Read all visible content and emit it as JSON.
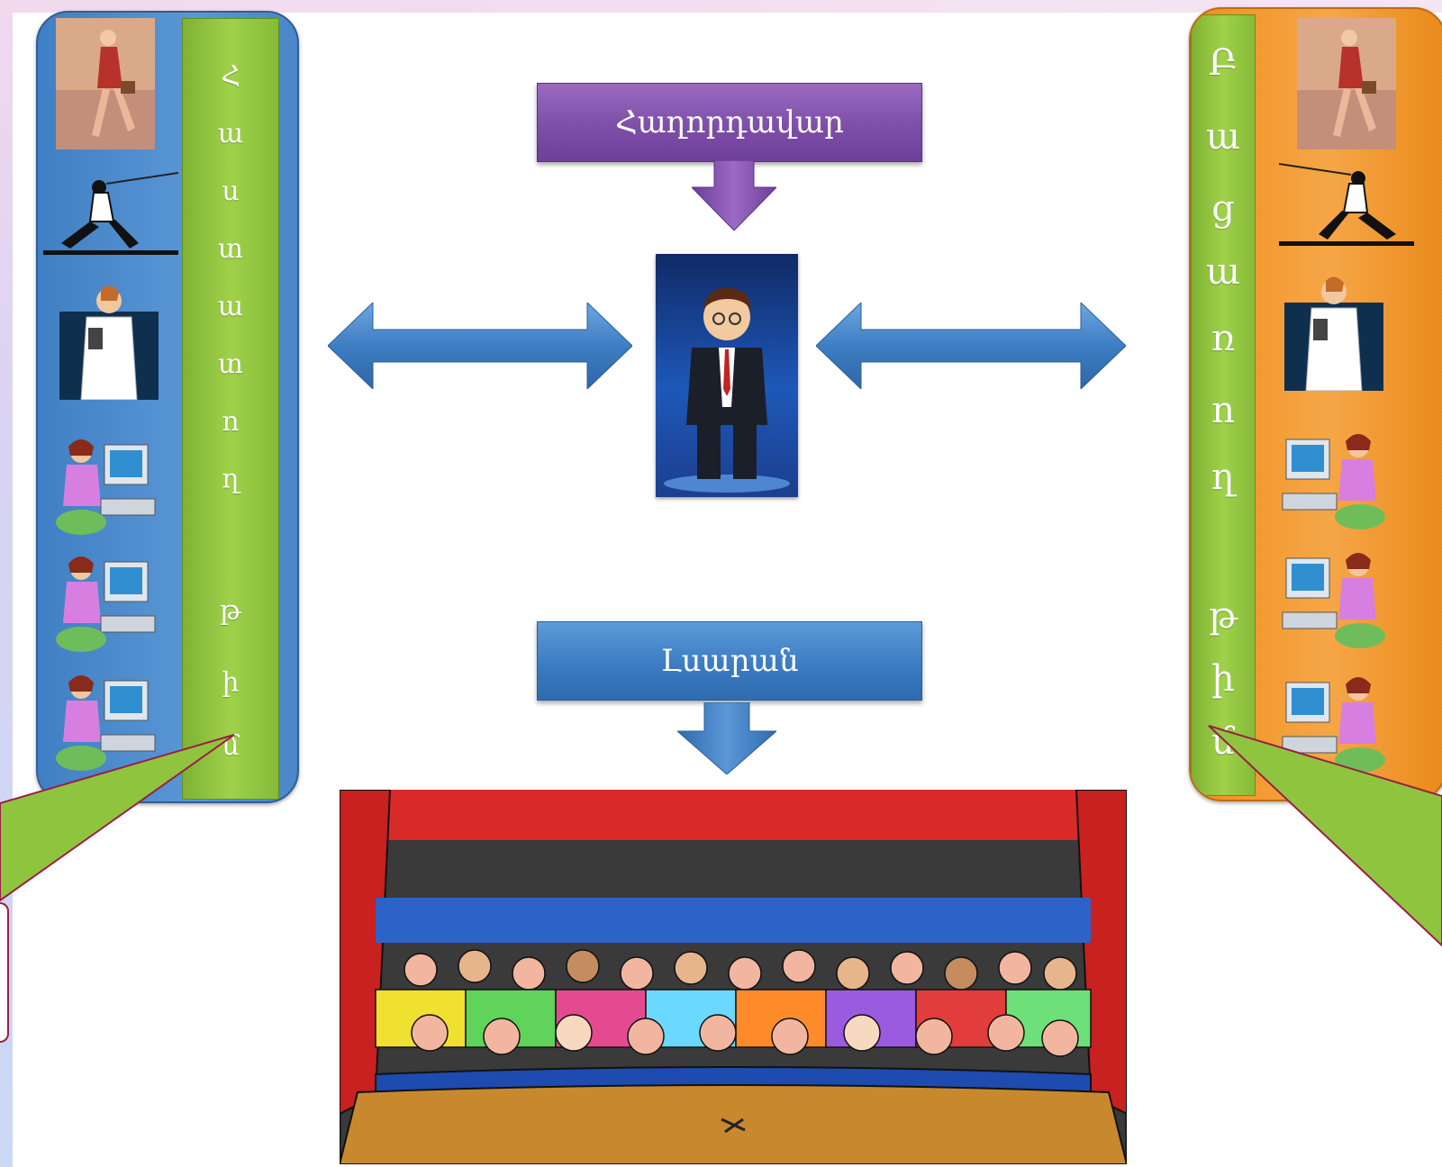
{
  "diagram": {
    "host_label": "Հաղորդավար",
    "hall_label": "Լսարան",
    "left_panel": {
      "letters": [
        "Հ",
        "ա",
        "ս",
        "տ",
        "ա",
        "տ",
        "ո",
        "ղ",
        "թ",
        "ի",
        "մ"
      ],
      "icons": [
        "walking-woman-icon",
        "fencer-icon",
        "doctor-icon",
        "computer-user-icon",
        "computer-user-icon",
        "computer-user-icon"
      ],
      "color": "#4a86c8",
      "strip_color": "#8fc53e"
    },
    "right_panel": {
      "letters": [
        "Բ",
        "ա",
        "ց",
        "ա",
        "ռ",
        "ո",
        "ղ",
        "թ",
        "ի",
        "մ"
      ],
      "icons": [
        "walking-woman-icon",
        "fencer-icon",
        "doctor-icon",
        "computer-user-icon",
        "computer-user-icon",
        "computer-user-icon"
      ],
      "color": "#f39a2c",
      "strip_color": "#8fc53e"
    },
    "host_color": "#7e4fa8",
    "hall_color": "#3b7cc2",
    "arrow_color": "#4a86c8",
    "callout_color": "#8fc53e"
  }
}
